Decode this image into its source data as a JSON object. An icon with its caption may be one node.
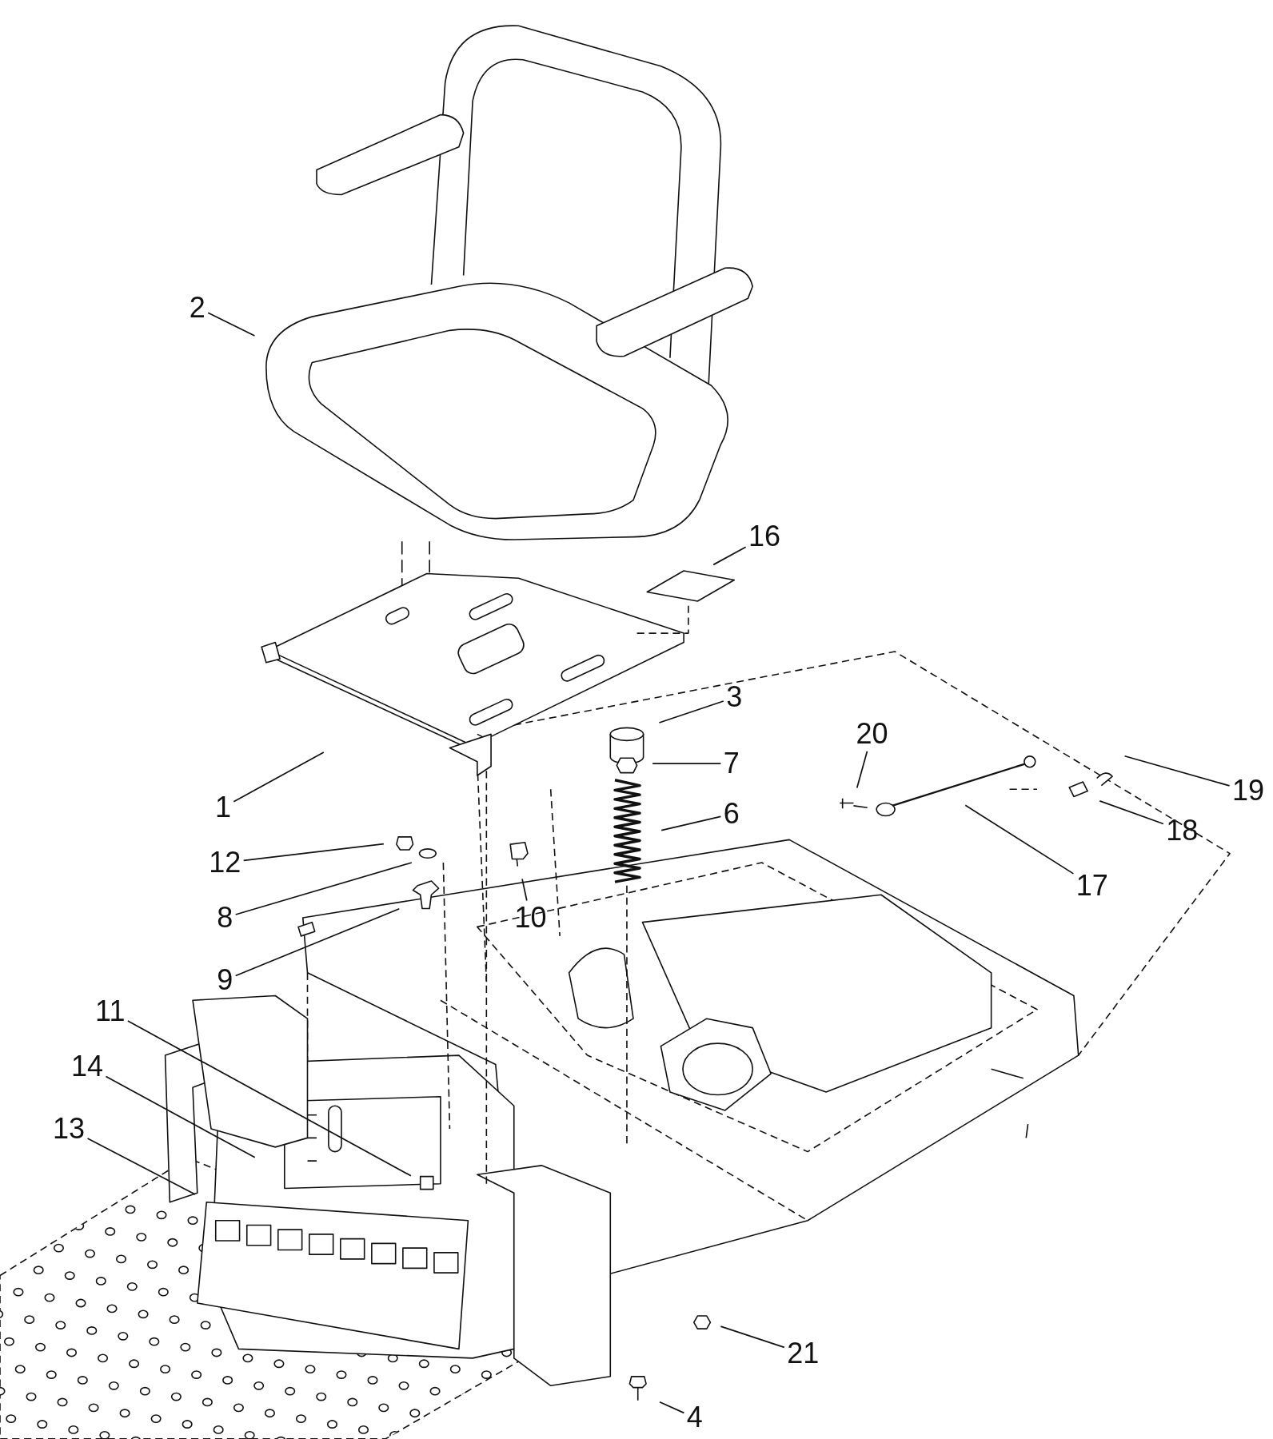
{
  "diagram": {
    "nodes": [
      {
        "text": [
          "2"
        ]
      },
      {
        "text": [
          "16"
        ]
      },
      {
        "text": [
          "3"
        ]
      },
      {
        "text": [
          "7"
        ]
      },
      {
        "text": [
          "20"
        ]
      },
      {
        "text": [
          "1"
        ]
      },
      {
        "text": [
          "6"
        ]
      },
      {
        "text": [
          "19"
        ]
      },
      {
        "text": [
          "18"
        ]
      },
      {
        "text": [
          "12"
        ]
      },
      {
        "text": [
          "17"
        ]
      },
      {
        "text": [
          "8"
        ]
      },
      {
        "text": [
          "10"
        ]
      },
      {
        "text": [
          "9"
        ]
      },
      {
        "text": [
          "11"
        ]
      },
      {
        "text": [
          "14"
        ]
      },
      {
        "text": [
          "13"
        ]
      },
      {
        "text": [
          "21"
        ]
      },
      {
        "text": [
          "4"
        ]
      }
    ],
    "edges": [
      {
        "from": 0,
        "to": null,
        "arrow": "none"
      },
      {
        "from": 1,
        "to": null,
        "arrow": "none"
      },
      {
        "from": 2,
        "to": null,
        "arrow": "none"
      },
      {
        "from": 3,
        "to": null,
        "arrow": "none"
      },
      {
        "from": 4,
        "to": null,
        "arrow": "none"
      },
      {
        "from": 5,
        "to": null,
        "arrow": "none"
      },
      {
        "from": 6,
        "to": null,
        "arrow": "none"
      },
      {
        "from": 7,
        "to": null,
        "arrow": "none"
      },
      {
        "from": 8,
        "to": null,
        "arrow": "none"
      },
      {
        "from": 9,
        "to": null,
        "arrow": "none"
      },
      {
        "from": 10,
        "to": null,
        "arrow": "none"
      },
      {
        "from": 11,
        "to": null,
        "arrow": "none"
      },
      {
        "from": 12,
        "to": null,
        "arrow": "none"
      },
      {
        "from": 13,
        "to": null,
        "arrow": "none"
      },
      {
        "from": 14,
        "to": null,
        "arrow": "none"
      },
      {
        "from": 15,
        "to": null,
        "arrow": "none"
      },
      {
        "from": 16,
        "to": null,
        "arrow": "none"
      },
      {
        "from": 17,
        "to": null,
        "arrow": "none"
      },
      {
        "from": 18,
        "to": null,
        "arrow": "none"
      }
    ]
  }
}
